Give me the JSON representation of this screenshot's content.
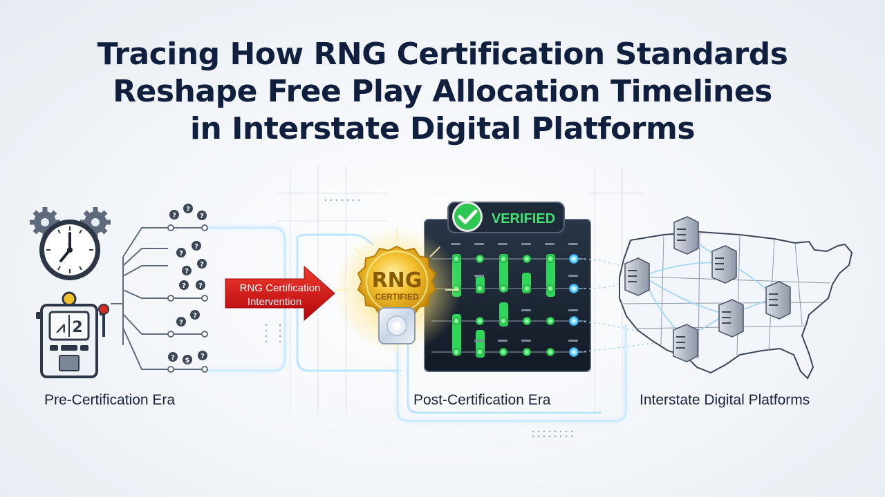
{
  "title": {
    "line1": "Tracing How RNG Certification Standards",
    "line2": "Reshape Free Play Allocation Timelines",
    "line3": "in Interstate Digital Platforms"
  },
  "arrow": {
    "line1": "RNG Certification",
    "line2": "Intervention"
  },
  "badge": {
    "line1": "RNG",
    "line2": "CERTIFIED"
  },
  "panel": {
    "verified": "VERIFIED"
  },
  "labels": {
    "pre": "Pre-Certification Era",
    "post": "Post-Certification Era",
    "interstate": "Interstate Digital Platforms"
  },
  "slot": {
    "reel1": "⩘",
    "reel2": "2"
  },
  "colors": {
    "title": "#0f1f3d",
    "arrow": "#d7191c",
    "gold": "#e9a90e",
    "verified": "#31c85a",
    "panel": "#1a2533",
    "glow": "#7ecbff"
  }
}
